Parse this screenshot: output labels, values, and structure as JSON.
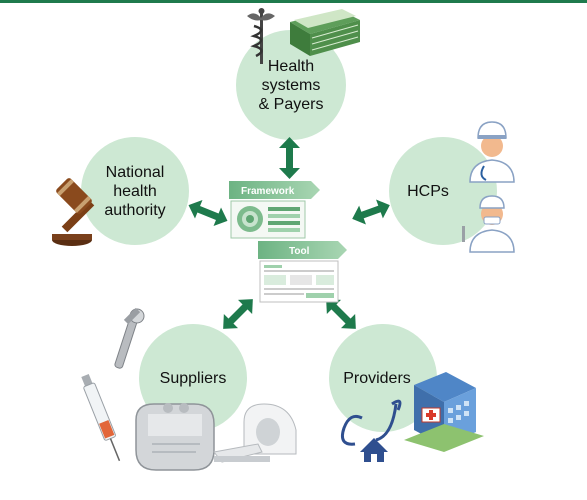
{
  "colors": {
    "circle": "#cde8d3",
    "arrow": "#1e7a4c",
    "banner": "#8cc59a",
    "accent_dark": "#1f7a4d"
  },
  "nodes": {
    "payers": {
      "label": "Health\nsystems\n& Payers"
    },
    "authority": {
      "label": "National\nhealth\nauthority"
    },
    "hcps": {
      "label": "HCPs"
    },
    "suppliers": {
      "label": "Suppliers"
    },
    "providers": {
      "label": "Providers"
    }
  },
  "center": {
    "framework_label": "Framework",
    "tool_label": "Tool"
  },
  "icons": {
    "payers": [
      "caduceus-icon",
      "money-stack-icon"
    ],
    "authority": [
      "gavel-icon"
    ],
    "hcps": [
      "nurse-icon",
      "surgeon-icon"
    ],
    "suppliers": [
      "hip-implant-icon",
      "syringe-icon",
      "pacemaker-icon",
      "mri-scanner-icon"
    ],
    "providers": [
      "stethoscope-home-icon",
      "hospital-icon"
    ]
  }
}
